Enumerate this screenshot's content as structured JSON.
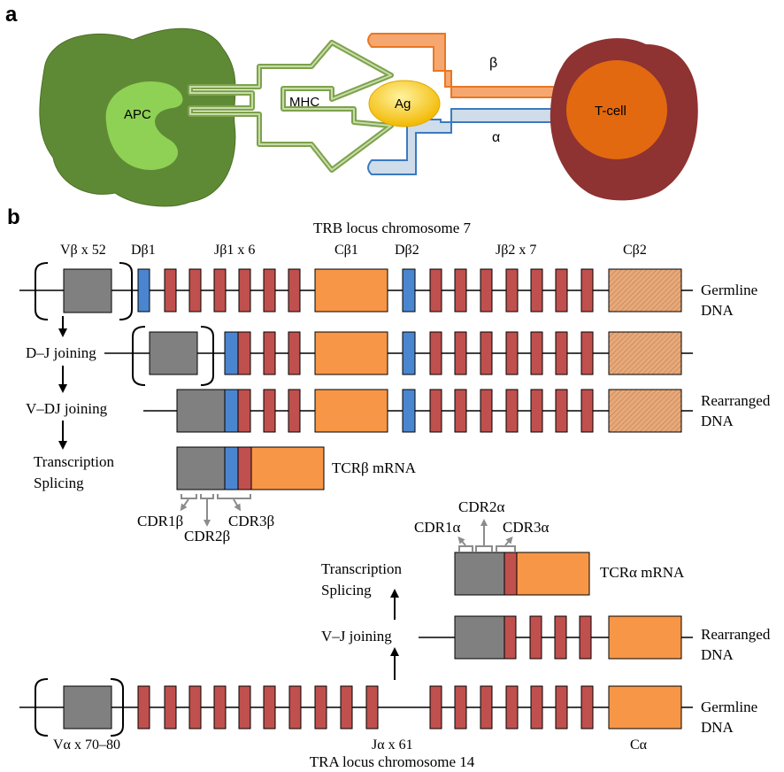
{
  "panel_a": {
    "label": "a",
    "apc": "APC",
    "mhc": "MHC",
    "ag": "Ag",
    "tcell": "T-cell",
    "beta": "β",
    "alpha": "α",
    "colors": {
      "apc_outer": "#5f8a35",
      "apc_inner": "#8fd155",
      "mhc_fill": "#ffffff",
      "mhc_stroke": "#7da24c",
      "ag": "#f5c400",
      "tcell_outer": "#8e3232",
      "tcell_inner": "#e2690f",
      "beta_chain": "#f6a770",
      "alpha_chain": "#cfdcea"
    }
  },
  "panel_b": {
    "label": "b",
    "trb_title": "TRB locus chromosome 7",
    "vb": "Vβ x 52",
    "db1": "Dβ1",
    "jb1": "Jβ1 x 6",
    "cb1": "Cβ1",
    "db2": "Dβ2",
    "jb2": "Jβ2 x 7",
    "cb2": "Cβ2",
    "germline_1": "Germline",
    "germline_2": "DNA",
    "dj_joining": "D–J joining",
    "vdj_joining": "V–DJ joining",
    "rearranged_1": "Rearranged",
    "rearranged_2": "DNA",
    "transcription": "Transcription",
    "splicing": "Splicing",
    "tcrb_mrna": "TCRβ mRNA",
    "cdr1b": "CDR1β",
    "cdr2b": "CDR2β",
    "cdr3b": "CDR3β",
    "cdr1a": "CDR1α",
    "cdr2a": "CDR2α",
    "cdr3a": "CDR3α",
    "tcra_mrna": "TCRα mRNA",
    "vj_joining": "V–J joining",
    "va": "Vα x 70–80",
    "ja": "Jα x 61",
    "ca": "Cα",
    "tra_title": "TRA locus chromosome 14",
    "colors": {
      "v_segment": "#808080",
      "d_segment": "#4a86d0",
      "j_segment": "#c0504d",
      "c_segment": "#f79646",
      "c2_segment": "#d99a66",
      "cdr_bracket": "#8c8c8c"
    }
  }
}
